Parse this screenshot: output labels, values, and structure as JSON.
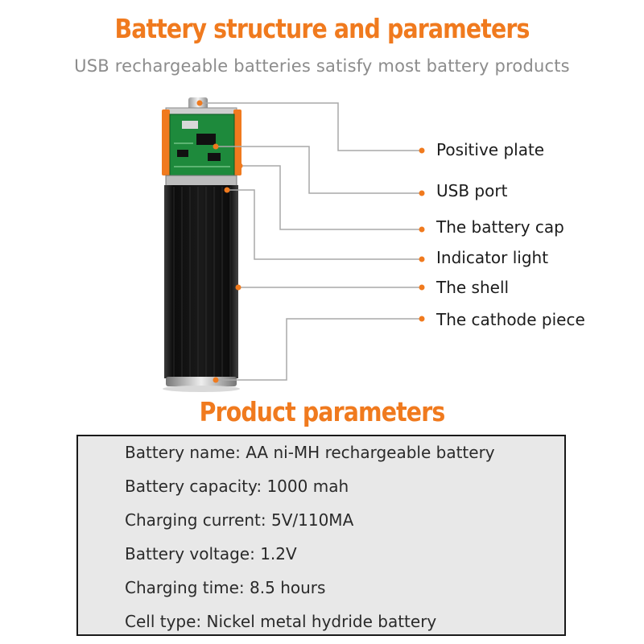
{
  "header": {
    "title": "Battery structure and parameters",
    "subtitle": "USB rechargeable batteries satisfy most battery products"
  },
  "diagram": {
    "labels": [
      "Positive plate",
      "USB port",
      "The battery cap",
      "Indicator light",
      "The shell",
      "The cathode piece"
    ],
    "accent_color": "#f07a1e",
    "pcb_color": "#1e8a3c",
    "shell_color": "#111111"
  },
  "params": {
    "title": "Product parameters",
    "items": [
      "Battery name: AA ni-MH rechargeable battery",
      "Battery capacity: 1000 mah",
      "Charging current: 5V/110MA",
      "Battery voltage: 1.2V",
      "Charging time: 8.5 hours",
      "Cell type: Nickel metal hydride battery"
    ]
  }
}
